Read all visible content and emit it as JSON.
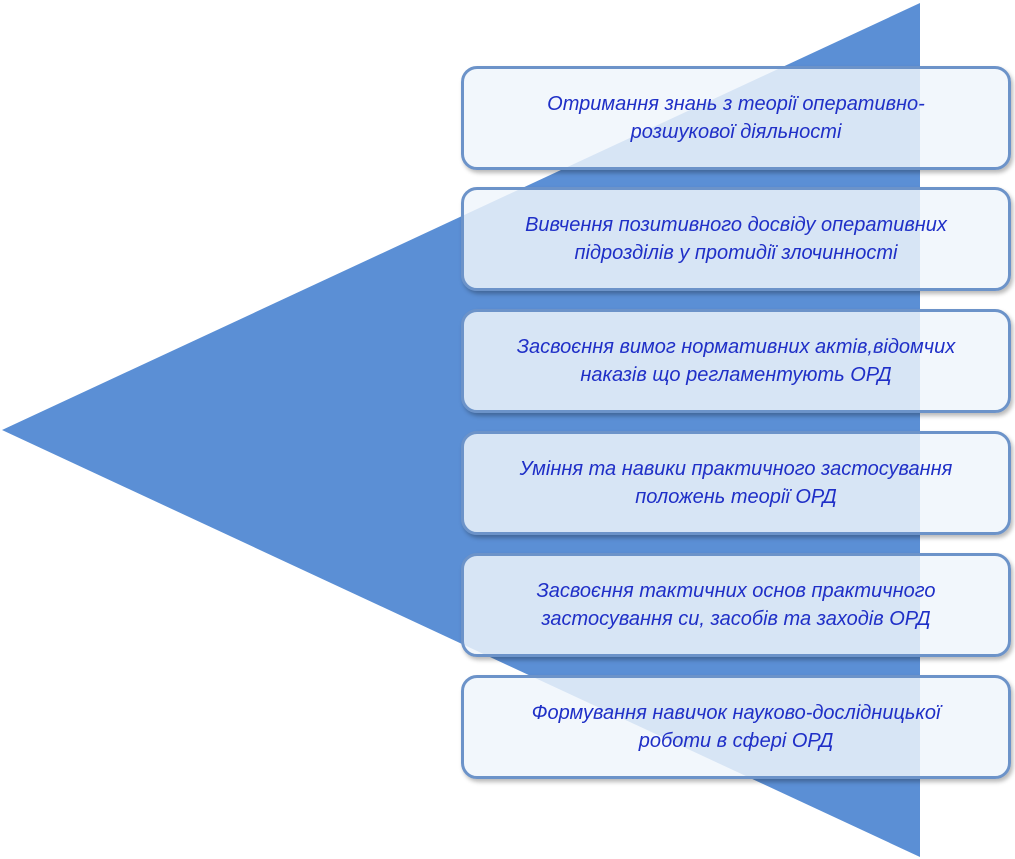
{
  "colors": {
    "triangle_fill": "#5b8fd5",
    "box_border": "#6c93c9",
    "box_background": "#f0f5fc",
    "text": "#1f2fc7"
  },
  "diagram": {
    "shape": "triangle-pointing-left",
    "items": [
      {
        "line1": "Отримання знань з  теорії оперативно-",
        "line2": "розшукової діяльності"
      },
      {
        "line1": "Вивчення позитивного досвіду оперативних",
        "line2": "підрозділів у протидії злочинності"
      },
      {
        "line1": "Засвоєння вимог нормативних актів,відомчих",
        "line2": "наказів що регламентують ОРД"
      },
      {
        "line1": "Уміння та навики практичного застосування",
        "line2": "положень теорії ОРД"
      },
      {
        "line1": "Засвоєння тактичних основ практичного",
        "line2": "застосування си, засобів та заходів ОРД"
      },
      {
        "line1": "Формування навичок науково-дослідницької",
        "line2": "роботи в сфері ОРД"
      }
    ]
  }
}
